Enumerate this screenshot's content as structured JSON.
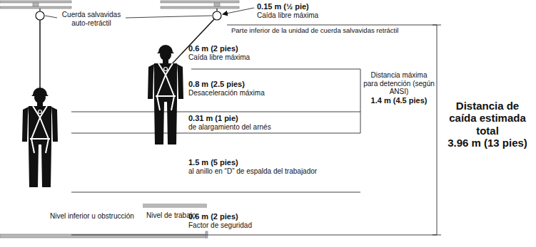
{
  "diagram": {
    "labels": [
      "Cuerda salvavidas auto-retráctil",
      "0.15 m (½ pie)",
      "Caída libre máxima",
      "Parte inferior de la unidad de cuerda salvavidas retráctil",
      "0.6 m (2 pies)",
      "Caída libre máxima",
      "Distancia máxima para detención (según ANSI)",
      "1.4 m (4.5 pies)",
      "0.8 m (2.5 pies)",
      "Desaceleración máxima",
      "Distancia de caída estimada total",
      "3.96 m (13 pies)",
      "0.31 m (1 pie)",
      "de alargamiento del arnés",
      "Nivel de trabajo",
      "1.5 m (5 pies)",
      "al anillo en “D” de espalda del trabajador",
      "0.6 m (2 pies)",
      "Factor de seguridad",
      "Nivel inferior u obstrucción"
    ]
  }
}
